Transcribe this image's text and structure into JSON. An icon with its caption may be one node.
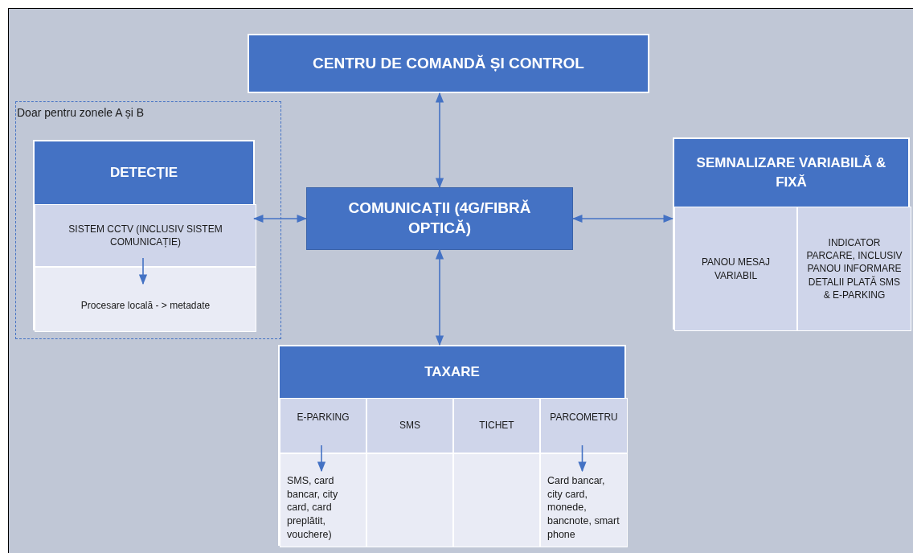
{
  "diagram": {
    "nodes": [
      {
        "text": [
          "CENTRU DE COMANDĂ ȘI CONTROL"
        ]
      },
      {
        "text": [
          "Doar pentru zonele A și B"
        ]
      },
      {
        "text": [
          "DETECȚIE"
        ],
        "in": 1
      },
      {
        "text": [
          "SISTEM CCTV (INCLUSIV SISTEM COMUNICAȚIE)"
        ],
        "in": 2
      },
      {
        "text": [
          "Procesare locală - > metadate"
        ],
        "in": 2
      },
      {
        "text": [
          "COMUNICAȚII (4G/FIBRĂ OPTICĂ)"
        ]
      },
      {
        "text": [
          "SEMNALIZARE VARIABILĂ & FIXĂ"
        ]
      },
      {
        "text": [
          "PANOU MESAJ VARIABIL"
        ],
        "in": 6
      },
      {
        "text": [
          "INDICATOR PARCARE, INCLUSIV PANOU INFORMARE DETALII PLATĂ SMS & E-PARKING"
        ],
        "in": 6
      },
      {
        "text": [
          "TAXARE"
        ]
      },
      {
        "text": [
          "E-PARKING"
        ],
        "in": 9
      },
      {
        "text": [
          "SMS"
        ],
        "in": 9
      },
      {
        "text": [
          "TICHET"
        ],
        "in": 9
      },
      {
        "text": [
          "PARCOMETRU"
        ],
        "in": 9
      },
      {
        "text": [
          "SMS, card bancar, city card, card preplătit, vouchere)"
        ],
        "in": 9
      },
      {
        "text": [],
        "shape": "box",
        "in": 9
      },
      {
        "text": [],
        "shape": "box",
        "in": 9
      },
      {
        "text": [
          "Card bancar, city card, monede, bancnote, smart phone"
        ],
        "in": 9
      }
    ],
    "edges": [
      {
        "from": 0,
        "to": 5,
        "arrow": "both"
      },
      {
        "from": 5,
        "to": 2,
        "arrow": "both"
      },
      {
        "from": 5,
        "to": 6,
        "arrow": "both"
      },
      {
        "from": 5,
        "to": 9,
        "arrow": "both"
      },
      {
        "from": 3,
        "to": 4,
        "arrow": "to"
      },
      {
        "from": 10,
        "to": 14,
        "arrow": "to"
      },
      {
        "from": 13,
        "to": 17,
        "arrow": "to"
      }
    ]
  }
}
